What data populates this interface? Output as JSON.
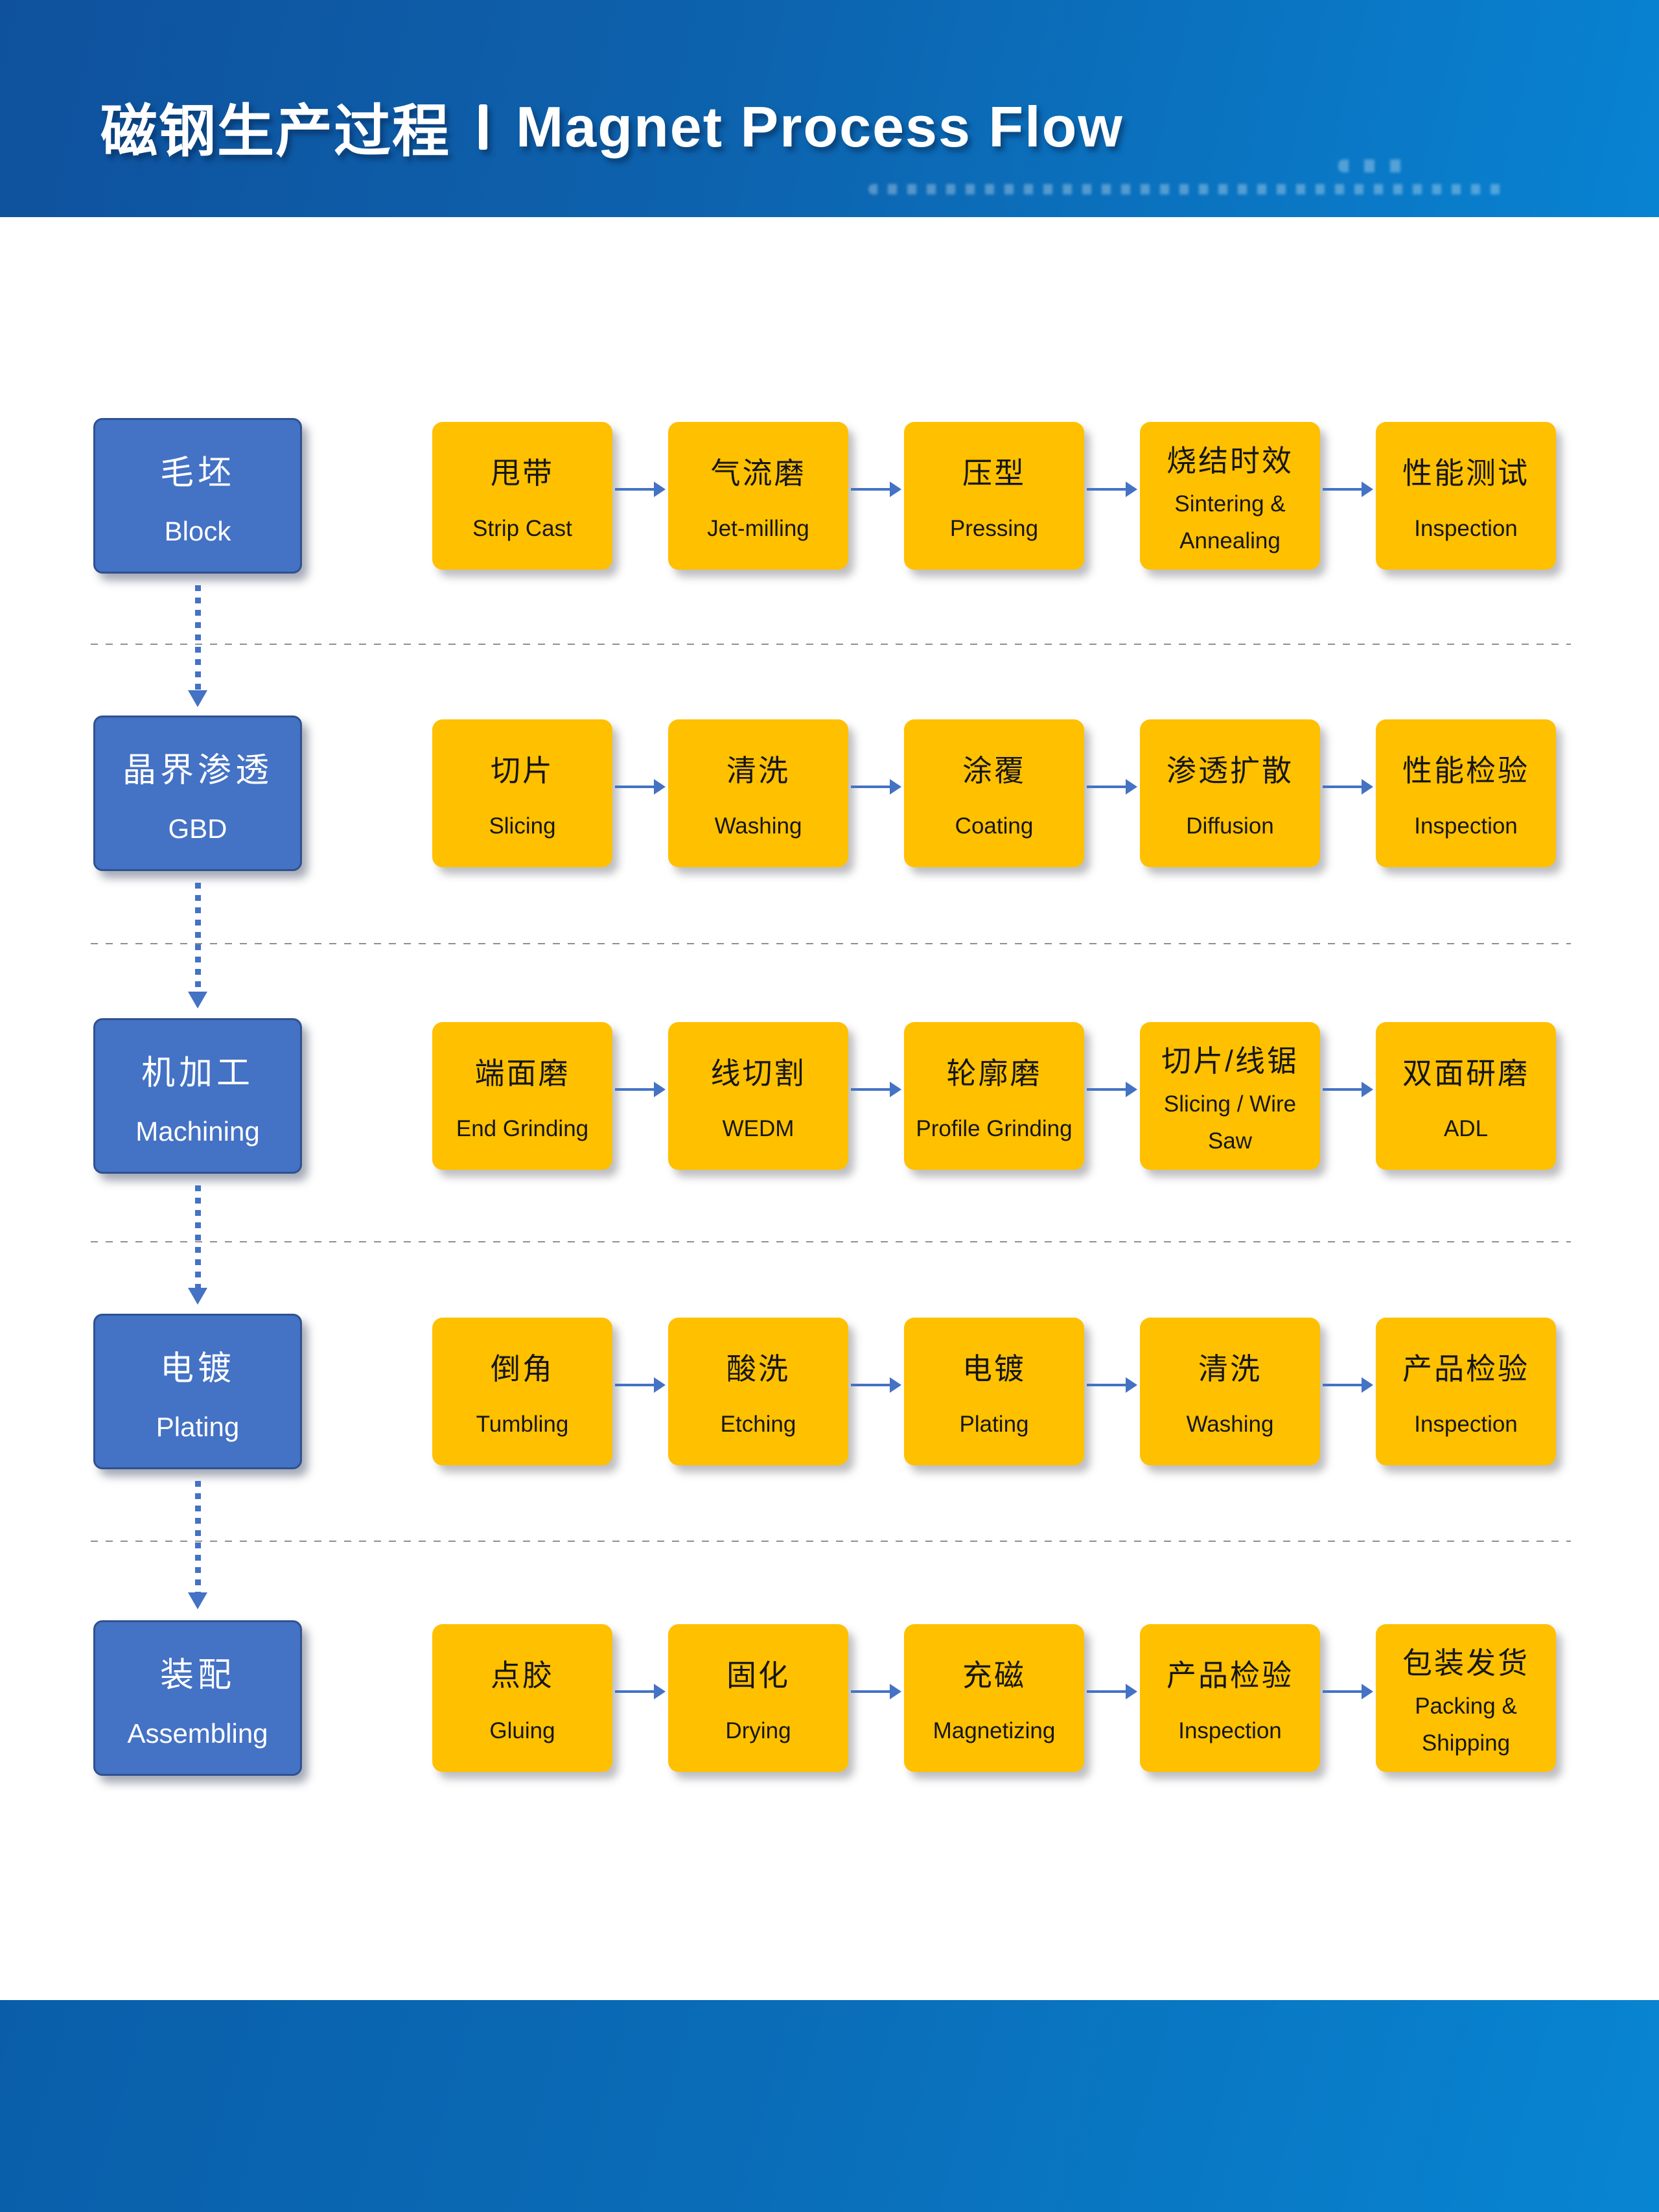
{
  "header": {
    "title_zh": "磁钢生产过程",
    "divider": "丨",
    "title_en": "Magnet Process Flow"
  },
  "colors": {
    "header_blue_left": "#0F519D",
    "header_blue_right": "#0883D2",
    "stage_blue": "#4472C4",
    "stage_border_blue": "#2F528F",
    "step_yellow": "#FFC000",
    "arrow_blue": "#4472C4",
    "divider_gray": "#8F8F8F"
  },
  "rows": [
    {
      "stage": {
        "zh": "毛坯",
        "en": "Block"
      },
      "steps": [
        {
          "lines": [
            "甩带",
            "Strip Cast"
          ]
        },
        {
          "lines": [
            "气流磨",
            "Jet-milling"
          ]
        },
        {
          "lines": [
            "压型",
            "Pressing"
          ]
        },
        {
          "lines": [
            "烧结时效",
            "Sintering &",
            "Annealing"
          ]
        },
        {
          "lines": [
            "性能测试",
            "Inspection"
          ]
        }
      ]
    },
    {
      "stage": {
        "zh": "晶界渗透",
        "en": "GBD"
      },
      "steps": [
        {
          "lines": [
            "切片",
            "Slicing"
          ]
        },
        {
          "lines": [
            "清洗",
            "Washing"
          ]
        },
        {
          "lines": [
            "涂覆",
            "Coating"
          ]
        },
        {
          "lines": [
            "渗透扩散",
            "Diffusion"
          ]
        },
        {
          "lines": [
            "性能检验",
            "Inspection"
          ]
        }
      ]
    },
    {
      "stage": {
        "zh": "机加工",
        "en": "Machining"
      },
      "steps": [
        {
          "lines": [
            "端面磨",
            "End Grinding"
          ]
        },
        {
          "lines": [
            "线切割",
            "WEDM"
          ]
        },
        {
          "lines": [
            "轮廓磨",
            "Profile Grinding"
          ]
        },
        {
          "lines": [
            "切片/线锯",
            "Slicing / Wire",
            "Saw"
          ]
        },
        {
          "lines": [
            "双面研磨",
            "ADL"
          ]
        }
      ]
    },
    {
      "stage": {
        "zh": "电镀",
        "en": "Plating"
      },
      "steps": [
        {
          "lines": [
            "倒角",
            "Tumbling"
          ]
        },
        {
          "lines": [
            "酸洗",
            "Etching"
          ]
        },
        {
          "lines": [
            "电镀",
            "Plating"
          ]
        },
        {
          "lines": [
            "清洗",
            "Washing"
          ]
        },
        {
          "lines": [
            "产品检验",
            "Inspection"
          ]
        }
      ]
    },
    {
      "stage": {
        "zh": "装配",
        "en": "Assembling"
      },
      "steps": [
        {
          "lines": [
            "点胶",
            "Gluing"
          ]
        },
        {
          "lines": [
            "固化",
            "Drying"
          ]
        },
        {
          "lines": [
            "充磁",
            "Magnetizing"
          ]
        },
        {
          "lines": [
            "产品检验",
            "Inspection"
          ]
        },
        {
          "lines": [
            "包装发货",
            "Packing &",
            "Shipping"
          ]
        }
      ]
    }
  ]
}
